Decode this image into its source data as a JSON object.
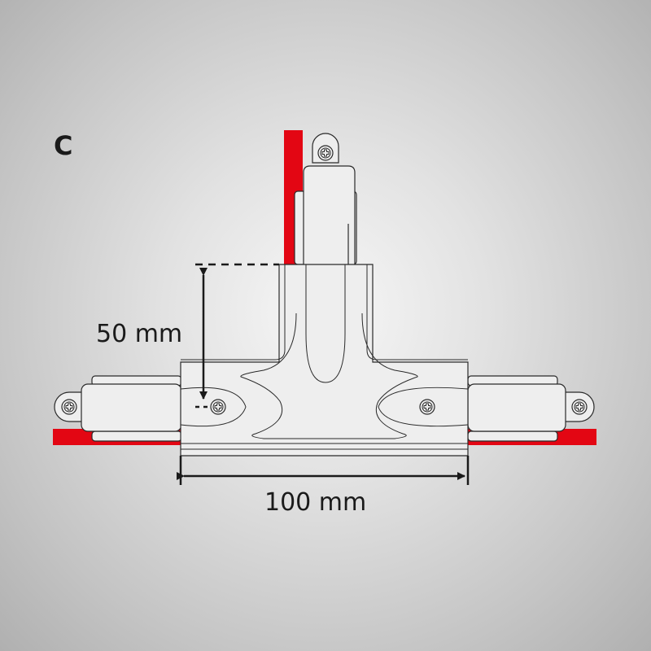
{
  "panel_label": "C",
  "dimensions": {
    "height_label": "50 mm",
    "width_label": "100 mm"
  },
  "colors": {
    "track": "#e30613",
    "outline": "#2a2a2a",
    "part_fill": "#eeeeee"
  }
}
